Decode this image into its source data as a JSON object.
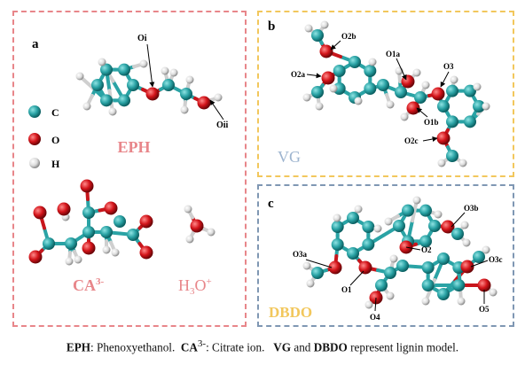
{
  "panels": {
    "a": {
      "letter": "a",
      "legend": [
        {
          "symbol": "C",
          "color": "#2aa3a5"
        },
        {
          "symbol": "O",
          "color": "#d3141a"
        },
        {
          "symbol": "H",
          "color": "#e0e0e0"
        }
      ],
      "molecules": [
        {
          "name": "EPH",
          "color": "#e8868a"
        },
        {
          "name": "CA",
          "sup": "3-",
          "color": "#e8868a"
        },
        {
          "name": "H",
          "sub": "3",
          "name2": "O",
          "sup": "+",
          "color": "#e8868a"
        }
      ],
      "atom_labels": [
        "Oi",
        "Oii"
      ]
    },
    "b": {
      "letter": "b",
      "molecule": {
        "name": "VG",
        "color": "#9db4cf"
      },
      "atom_labels": [
        "O2b",
        "O1a",
        "O3",
        "O2a",
        "O1b",
        "O2c"
      ]
    },
    "c": {
      "letter": "c",
      "molecule": {
        "name": "DBDO",
        "color": "#f2c75c"
      },
      "atom_labels": [
        "O3b",
        "O3a",
        "O2",
        "O3c",
        "O1",
        "O4",
        "O5"
      ]
    }
  },
  "caption": {
    "eph_term": "EPH",
    "eph_def": ": Phenoxyethanol.",
    "ca_term": "CA",
    "ca_sup": "3-",
    "ca_def": ": Citrate ion.",
    "vg_term": "VG",
    "and": "and",
    "dbdo_term": "DBDO",
    "lignin_def": "represent lignin model."
  },
  "colors": {
    "carbon": "#2aa3a5",
    "oxygen": "#d3141a",
    "hydrogen": "#e8e8e8",
    "panel_a_border": "#e8868a",
    "panel_b_border": "#f2c75c",
    "panel_c_border": "#7f97b3"
  }
}
